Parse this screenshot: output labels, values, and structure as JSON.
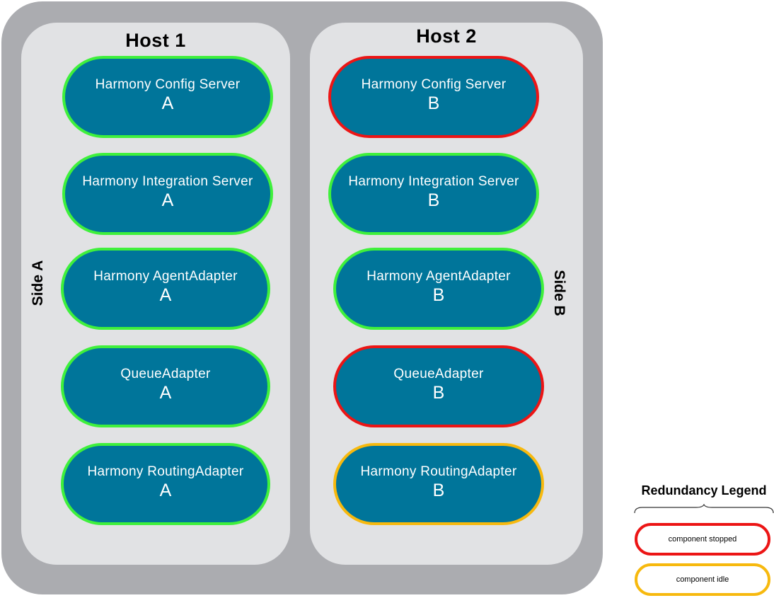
{
  "colors": {
    "outer_frame": "#abacb0",
    "host_panel": "#e1e2e4",
    "pill_fill": "#00759a",
    "running_border": "#3ff03c",
    "stopped_border": "#ec1515",
    "idle_border": "#f7b90e"
  },
  "hosts": [
    {
      "title": "Host 1",
      "side_label": "Side A",
      "components": [
        {
          "name": "Harmony Config Server",
          "side": "A",
          "status": "running"
        },
        {
          "name": "Harmony Integration Server",
          "side": "A",
          "status": "running"
        },
        {
          "name": "Harmony AgentAdapter",
          "side": "A",
          "status": "running"
        },
        {
          "name": "QueueAdapter",
          "side": "A",
          "status": "running"
        },
        {
          "name": "Harmony RoutingAdapter",
          "side": "A",
          "status": "running"
        }
      ]
    },
    {
      "title": "Host 2",
      "side_label": "Side B",
      "components": [
        {
          "name": "Harmony Config Server",
          "side": "B",
          "status": "stopped"
        },
        {
          "name": "Harmony Integration Server",
          "side": "B",
          "status": "running"
        },
        {
          "name": "Harmony AgentAdapter",
          "side": "B",
          "status": "running"
        },
        {
          "name": "QueueAdapter",
          "side": "B",
          "status": "stopped"
        },
        {
          "name": "Harmony RoutingAdapter",
          "side": "B",
          "status": "idle"
        }
      ]
    }
  ],
  "legend": {
    "title": "Redundancy Legend",
    "items": [
      {
        "label": "component stopped",
        "status": "stopped"
      },
      {
        "label": "component idle",
        "status": "idle"
      }
    ]
  }
}
